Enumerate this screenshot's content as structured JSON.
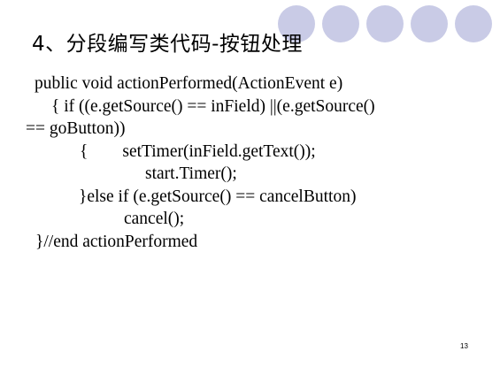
{
  "slide": {
    "title": "4、分段编写类代码-按钮处理",
    "code_lines": [
      "public void actionPerformed(ActionEvent e)",
      "{   if ((e.getSource() == inField) ||(e.getSource()",
      "== goButton))",
      "{        setTimer(inField.getText());",
      "start.Timer();",
      "}else if (e.getSource() == cancelButton)",
      "cancel();",
      "}//end actionPerformed"
    ],
    "page_number": "13"
  },
  "colors": {
    "decor_circle": "#c9cbe6",
    "text": "#000000",
    "background": "#ffffff"
  }
}
